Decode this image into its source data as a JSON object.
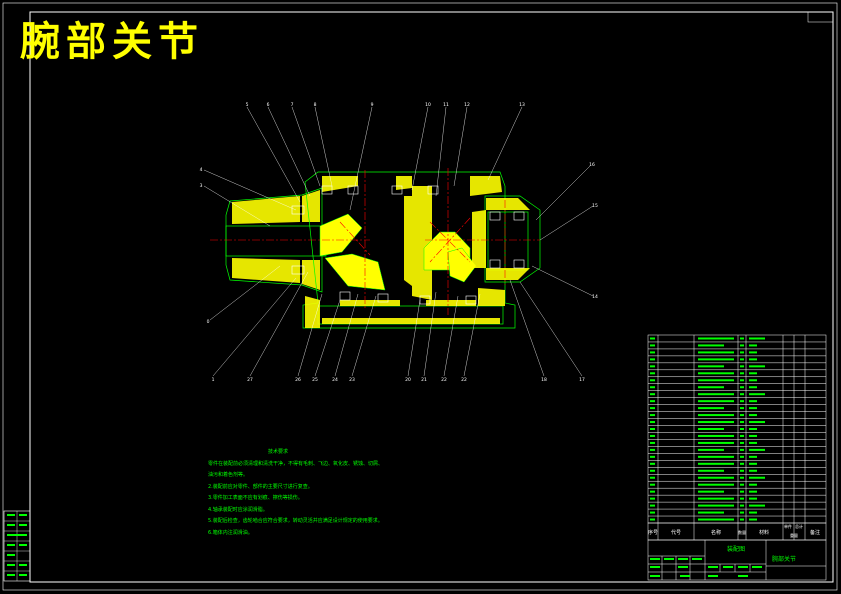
{
  "drawing": {
    "title": "腕部关节",
    "colors": {
      "background": "#000000",
      "frame": "#ffffff",
      "part_outline": "#00ff00",
      "hatch": "#ffff00",
      "centerline": "#ff0000",
      "leader": "#ffffff",
      "notes_text": "#00ff00",
      "title_text": "#ffff00"
    }
  },
  "callouts": [
    {
      "label": "5"
    },
    {
      "label": "6"
    },
    {
      "label": "7"
    },
    {
      "label": "8"
    },
    {
      "label": "9"
    },
    {
      "label": "10"
    },
    {
      "label": "11"
    },
    {
      "label": "12"
    },
    {
      "label": "13"
    },
    {
      "label": "4"
    },
    {
      "label": "3"
    },
    {
      "label": "0"
    },
    {
      "label": "16"
    },
    {
      "label": "15"
    },
    {
      "label": "14"
    },
    {
      "label": "1"
    },
    {
      "label": "27"
    },
    {
      "label": "26"
    },
    {
      "label": "25"
    },
    {
      "label": "24"
    },
    {
      "label": "23"
    },
    {
      "label": "20"
    },
    {
      "label": "21"
    },
    {
      "label": "22"
    },
    {
      "label": "22"
    },
    {
      "label": "18"
    },
    {
      "label": "17"
    }
  ],
  "technical_notes": {
    "heading": "技术要求",
    "lines": [
      "零件在装配前必须清理和清洗干净，不得有毛刺、飞边、氧化皮、锈蚀、切屑、",
      "油污和着色剂等。",
      "2.装配前应对零件、部件的主要尺寸进行复查。",
      "3.零件加工表面不应有划痕、擦伤等损伤。",
      "4.轴承装配时应涂润滑脂。",
      "5.装配后检查，齿轮啮合应符合要求，转动灵活并应满足设计规定的使用要求。",
      "6.箱体内注润滑油。"
    ]
  },
  "title_block": {
    "parts_header": {
      "no": "序号",
      "code": "代号",
      "name": "名称",
      "qty": "数量",
      "material": "材料",
      "unit_weight": "单件",
      "total_weight": "总计",
      "weight": "重量",
      "remark": "备注"
    },
    "assembly_name": "腕部关节",
    "drawing_label": "装配图"
  }
}
